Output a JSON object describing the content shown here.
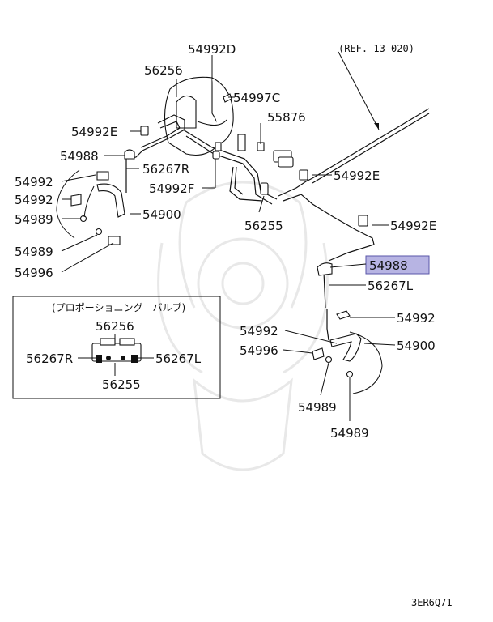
{
  "labels": {
    "p54992D": "54992D",
    "p56256_top": "56256",
    "p54997C": "54997C",
    "p55876": "55876",
    "p54992E_left": "54992E",
    "p54988_left": "54988",
    "p56267R_top": "56267R",
    "p54992_left": "54992",
    "p54992F": "54992F",
    "p54992E_right1": "54992E",
    "p54992_left2": "54992",
    "p54989_left1": "54989",
    "p54900_left": "54900",
    "p56255_top": "56255",
    "p54992E_right2": "54992E",
    "p54989_left2": "54989",
    "p54996_left": "54996",
    "p54988_highlight": "54988",
    "p56267L_top": "56267L",
    "p54992_right": "54992",
    "p54992_mid": "54992",
    "p54900_right": "54900",
    "p54996_right": "54996",
    "p54989_right1": "54989",
    "p54989_right2": "54989",
    "ref": "(REF. 13-020)"
  },
  "inset": {
    "title": "(プロポーショニング　バルブ)",
    "p56256": "56256",
    "p56267R": "56267R",
    "p56267L": "56267L",
    "p56255": "56255"
  },
  "footer_code": "3ER6Q71",
  "colors": {
    "highlight_fill": "#b7b4e3",
    "highlight_stroke": "#5a56a8",
    "ink": "#111111",
    "watermark": "#e6e6e6"
  }
}
